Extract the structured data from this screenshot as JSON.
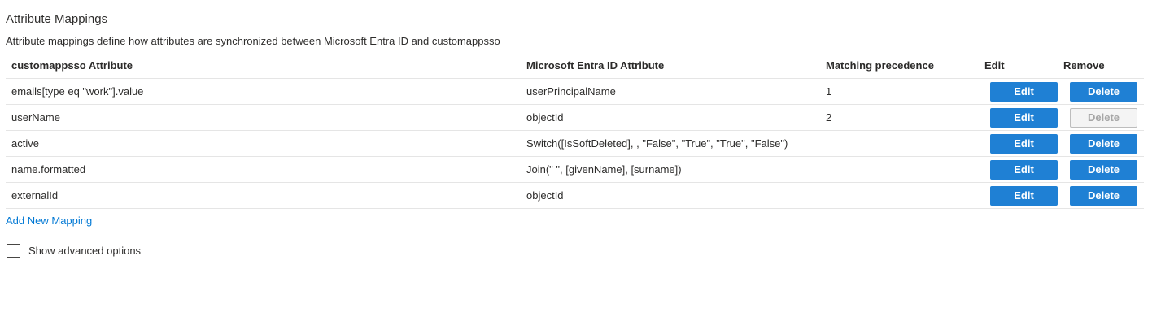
{
  "colors": {
    "accent_blue": "#1f80d4",
    "link_blue": "#0078d4",
    "disabled_bg": "#f4f4f4",
    "disabled_text": "#a6a6a6",
    "row_divider": "#e5e5e5"
  },
  "page": {
    "title": "Attribute Mappings",
    "description": "Attribute mappings define how attributes are synchronized between Microsoft Entra ID and customappsso"
  },
  "table": {
    "headers": {
      "source": "customappsso Attribute",
      "target": "Microsoft Entra ID Attribute",
      "precedence": "Matching precedence",
      "edit": "Edit",
      "remove": "Remove"
    },
    "rows": [
      {
        "attribute": "emails[type eq \"work\"].value",
        "entra_attribute": "userPrincipalName",
        "precedence": "1",
        "edit_label": "Edit",
        "delete_label": "Delete",
        "delete_disabled": false
      },
      {
        "attribute": "userName",
        "entra_attribute": "objectId",
        "precedence": "2",
        "edit_label": "Edit",
        "delete_label": "Delete",
        "delete_disabled": true
      },
      {
        "attribute": "active",
        "entra_attribute": "Switch([IsSoftDeleted], , \"False\", \"True\", \"True\", \"False\")",
        "precedence": "",
        "edit_label": "Edit",
        "delete_label": "Delete",
        "delete_disabled": false
      },
      {
        "attribute": "name.formatted",
        "entra_attribute": "Join(\" \", [givenName], [surname])",
        "precedence": "",
        "edit_label": "Edit",
        "delete_label": "Delete",
        "delete_disabled": false
      },
      {
        "attribute": "externalId",
        "entra_attribute": "objectId",
        "precedence": "",
        "edit_label": "Edit",
        "delete_label": "Delete",
        "delete_disabled": false
      }
    ]
  },
  "actions": {
    "add_new_mapping": "Add New Mapping"
  },
  "options": {
    "show_advanced_label": "Show advanced options",
    "show_advanced_checked": false
  }
}
